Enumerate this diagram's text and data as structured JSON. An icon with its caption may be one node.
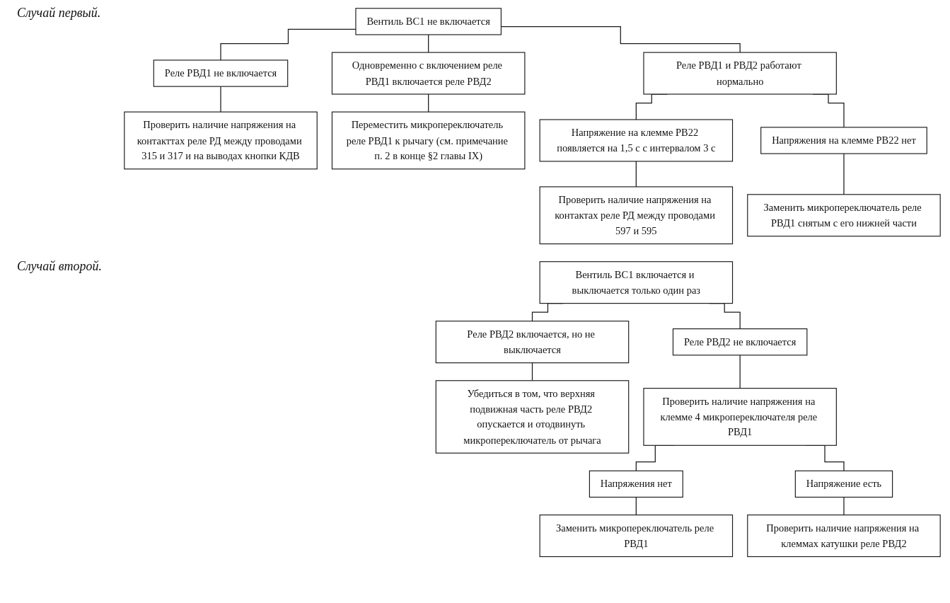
{
  "diagram": {
    "nodes": [
      {
        "text": [
          "Вентиль ВС1 не включается"
        ]
      },
      {
        "text": [
          "Реле РВД1 не включается"
        ]
      },
      {
        "text": [
          "Проверить наличие напряжения на контакттах реле РД между проводами 315 и 317 и на выводах кнопки КДВ"
        ]
      },
      {
        "text": [
          "Одновременно с включением реле РВД1 включается реле РВД2"
        ]
      },
      {
        "text": [
          "Переместить микропереключатель реле РВД1 к рычагу (см. примечание п. 2 в конце §2 главы IX)"
        ]
      },
      {
        "text": [
          "Реле РВД1 и РВД2 работают нормально"
        ]
      },
      {
        "text": [
          "Напряжение на клемме РВ22 появляется на 1,5 с с интервалом 3 с"
        ]
      },
      {
        "text": [
          "Проверить наличие напряжения на контактах реле РД между проводами 597 и 595"
        ]
      },
      {
        "text": [
          "Напряжения на клемме РВ22 нет"
        ]
      },
      {
        "text": [
          "Заменить микропереключатель реле РВД1 снятым с его нижней части"
        ]
      },
      {
        "text": [
          "Вентиль ВС1 включается и выключается только один раз"
        ]
      },
      {
        "text": [
          "Реле РВД2 включается, но не выключается"
        ]
      },
      {
        "text": [
          "Убедиться в том, что верхняя подвижная часть реле РВД2 опускается и отодвинуть микропереключатель от рычага"
        ]
      },
      {
        "text": [
          "Реле РВД2 не включается"
        ]
      },
      {
        "text": [
          "Проверить наличие напряжения на клемме 4 микропереключателя реле РВД1"
        ]
      },
      {
        "text": [
          "Напряжения нет"
        ]
      },
      {
        "text": [
          "Заменить микропереключатель реле РВД1"
        ]
      },
      {
        "text": [
          "Напряжение есть"
        ]
      },
      {
        "text": [
          "Проверить наличие напряжения на клеммах катушки реле РВД2"
        ]
      }
    ],
    "edges": [
      {
        "from": 0,
        "to": 1,
        "arrow": "none"
      },
      {
        "from": 1,
        "to": 2,
        "arrow": "none"
      },
      {
        "from": 0,
        "to": 3,
        "arrow": "none"
      },
      {
        "from": 3,
        "to": 4,
        "arrow": "none"
      },
      {
        "from": 0,
        "to": 5,
        "arrow": "none"
      },
      {
        "from": 5,
        "to": 6,
        "arrow": "none"
      },
      {
        "from": 6,
        "to": 7,
        "arrow": "none"
      },
      {
        "from": 5,
        "to": 8,
        "arrow": "none"
      },
      {
        "from": 8,
        "to": 9,
        "arrow": "none"
      },
      {
        "from": 10,
        "to": 11,
        "arrow": "none"
      },
      {
        "from": 11,
        "to": 12,
        "arrow": "none"
      },
      {
        "from": 10,
        "to": 13,
        "arrow": "none"
      },
      {
        "from": 13,
        "to": 14,
        "arrow": "none"
      },
      {
        "from": 14,
        "to": 15,
        "arrow": "none"
      },
      {
        "from": 15,
        "to": 16,
        "arrow": "none"
      },
      {
        "from": 14,
        "to": 17,
        "arrow": "none"
      },
      {
        "from": 17,
        "to": 18,
        "arrow": "none"
      }
    ],
    "labels": [
      "Случай первый.",
      "Случай второй."
    ]
  }
}
